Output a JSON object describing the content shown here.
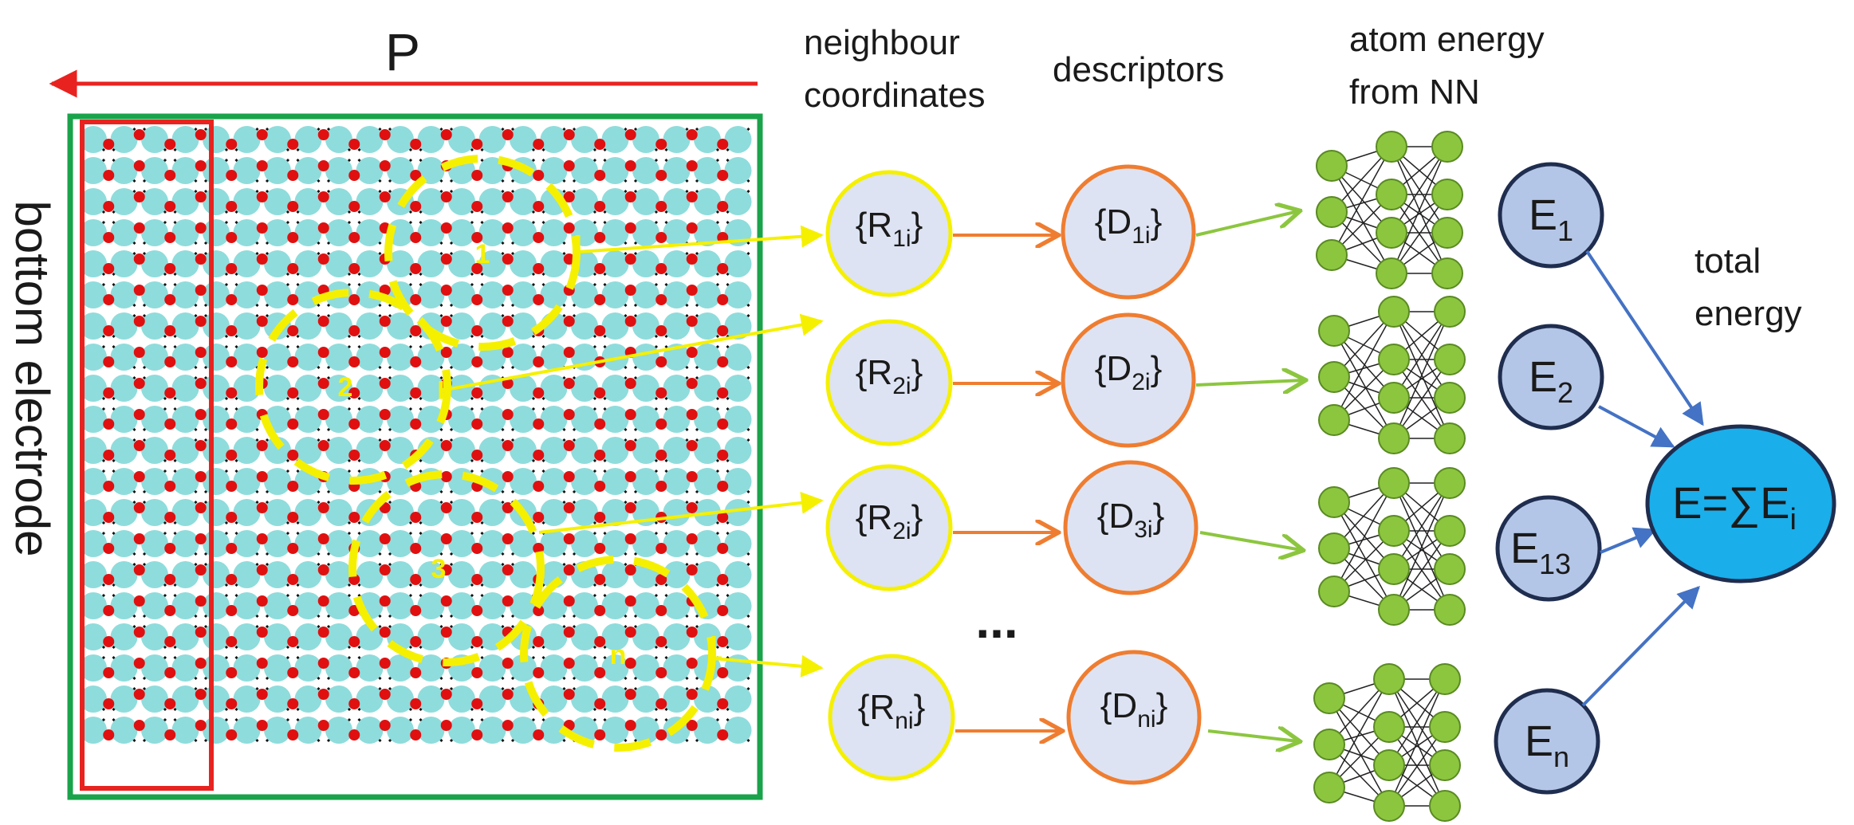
{
  "polarization_label": "P",
  "electrode_label": "bottom electrode",
  "headers": {
    "neighbour": [
      "neighbour",
      "coordinates"
    ],
    "descriptors": "descriptors",
    "atom_energy": [
      "atom energy",
      "from NN"
    ],
    "total_energy": [
      "total",
      "energy"
    ]
  },
  "region_labels": [
    "1",
    "2",
    "3",
    "n"
  ],
  "ellipsis": "...",
  "rows": [
    {
      "r_base": "{R",
      "r_sub": "1i",
      "r_close": "}",
      "d_base": "{D",
      "d_sub": "1i",
      "d_close": "}",
      "e_base": "E",
      "e_sub": "1"
    },
    {
      "r_base": "{R",
      "r_sub": "2i",
      "r_close": "}",
      "d_base": "{D",
      "d_sub": "2i",
      "d_close": "}",
      "e_base": "E",
      "e_sub": "2"
    },
    {
      "r_base": "{R",
      "r_sub": "2i",
      "r_close": "}",
      "d_base": "{D",
      "d_sub": "3i",
      "d_close": "}",
      "e_base": "E",
      "e_sub": "13"
    },
    {
      "r_base": "{R",
      "r_sub": "ni",
      "r_close": "}",
      "d_base": "{D",
      "d_sub": "ni",
      "d_close": "}",
      "e_base": "E",
      "e_sub": "n"
    }
  ],
  "total": {
    "base": "E=∑E",
    "sub": "i"
  },
  "colors": {
    "polarization_arrow": "#e8231f",
    "outer_box": "#1aa34a",
    "electrode_box": "#e8231f",
    "atom_cyan": "#8fdcdc",
    "atom_red": "#e01010",
    "region_dash": "#f5f000",
    "r_node_fill": "#dde3f2",
    "r_node_stroke": "#f5f000",
    "d_node_stroke": "#ef7d31",
    "orange_arrow": "#ef7d31",
    "green_arrow": "#8cc63f",
    "nn_node": "#8cc63f",
    "e_node_fill": "#b4c6e7",
    "e_node_stroke": "#1f2d4f",
    "blue_arrow": "#4472c4",
    "total_fill": "#1aaeea",
    "total_stroke": "#1f2d4f"
  }
}
